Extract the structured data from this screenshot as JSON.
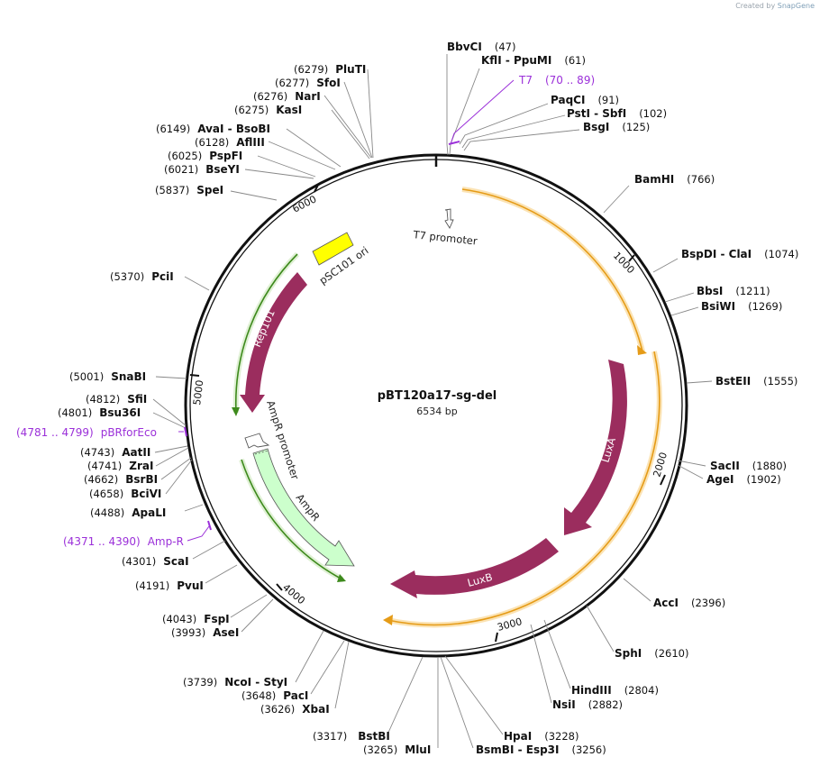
{
  "credit": {
    "prefix": "Created by",
    "brand": "SnapGene"
  },
  "plasmid": {
    "name": "pBT120a17-sg-del",
    "length_label": "6534 bp",
    "length": 6534
  },
  "colors": {
    "luxA": "#9b2d5e",
    "rep": "#9b2d5e",
    "ampR": "#ccffcc",
    "ori": "#ffff00",
    "orf_orange": "#f5b041",
    "orf_green": "#5aa02c",
    "primer": "#9b30d9"
  },
  "ticks": [
    "1000",
    "2000",
    "3000",
    "4000",
    "5000",
    "6000"
  ],
  "features": {
    "t7_promoter": "T7 promoter",
    "ori": "pSC101 ori",
    "rep101": "Rep101",
    "ampr_promoter": "AmpR promoter",
    "ampr": "AmpR",
    "luxA": "LuxA",
    "luxB": "LuxB"
  },
  "sites": [
    {
      "name": "BbvCI",
      "pos": "(47)"
    },
    {
      "name": "KflI - PpuMI",
      "pos": "(61)"
    },
    {
      "name": "T7",
      "pos": "(70 .. 89)"
    },
    {
      "name": "PaqCI",
      "pos": "(91)"
    },
    {
      "name": "PstI - SbfI",
      "pos": "(102)"
    },
    {
      "name": "BsgI",
      "pos": "(125)"
    },
    {
      "name": "BamHI",
      "pos": "(766)"
    },
    {
      "name": "BspDI - ClaI",
      "pos": "(1074)"
    },
    {
      "name": "BbsI",
      "pos": "(1211)"
    },
    {
      "name": "BsiWI",
      "pos": "(1269)"
    },
    {
      "name": "BstEII",
      "pos": "(1555)"
    },
    {
      "name": "SacII",
      "pos": "(1880)"
    },
    {
      "name": "AgeI",
      "pos": "(1902)"
    },
    {
      "name": "AccI",
      "pos": "(2396)"
    },
    {
      "name": "SphI",
      "pos": "(2610)"
    },
    {
      "name": "HindIII",
      "pos": "(2804)"
    },
    {
      "name": "NsiI",
      "pos": "(2882)"
    },
    {
      "name": "HpaI",
      "pos": "(3228)"
    },
    {
      "name": "BsmBI - Esp3I",
      "pos": "(3256)"
    },
    {
      "name": "MluI",
      "pos": "(3265)"
    },
    {
      "name": "BstBI",
      "pos": "(3317)"
    },
    {
      "name": "XbaI",
      "pos": "(3626)"
    },
    {
      "name": "PacI",
      "pos": "(3648)"
    },
    {
      "name": "NcoI - StyI",
      "pos": "(3739)"
    },
    {
      "name": "AseI",
      "pos": "(3993)"
    },
    {
      "name": "FspI",
      "pos": "(4043)"
    },
    {
      "name": "PvuI",
      "pos": "(4191)"
    },
    {
      "name": "ScaI",
      "pos": "(4301)"
    },
    {
      "name": "Amp-R",
      "pos": "(4371 .. 4390)"
    },
    {
      "name": "ApaLI",
      "pos": "(4488)"
    },
    {
      "name": "BciVI",
      "pos": "(4658)"
    },
    {
      "name": "BsrBI",
      "pos": "(4662)"
    },
    {
      "name": "ZraI",
      "pos": "(4741)"
    },
    {
      "name": "AatII",
      "pos": "(4743)"
    },
    {
      "name": "pBRforEco",
      "pos": "(4781 .. 4799)"
    },
    {
      "name": "Bsu36I",
      "pos": "(4801)"
    },
    {
      "name": "SfiI",
      "pos": "(4812)"
    },
    {
      "name": "SnaBI",
      "pos": "(5001)"
    },
    {
      "name": "PciI",
      "pos": "(5370)"
    },
    {
      "name": "SpeI",
      "pos": "(5837)"
    },
    {
      "name": "BseYI",
      "pos": "(6021)"
    },
    {
      "name": "PspFI",
      "pos": "(6025)"
    },
    {
      "name": "AflIII",
      "pos": "(6128)"
    },
    {
      "name": "AvaI - BsoBI",
      "pos": "(6149)"
    },
    {
      "name": "KasI",
      "pos": "(6275)"
    },
    {
      "name": "NarI",
      "pos": "(6276)"
    },
    {
      "name": "SfoI",
      "pos": "(6277)"
    },
    {
      "name": "PluTI",
      "pos": "(6279)"
    }
  ]
}
